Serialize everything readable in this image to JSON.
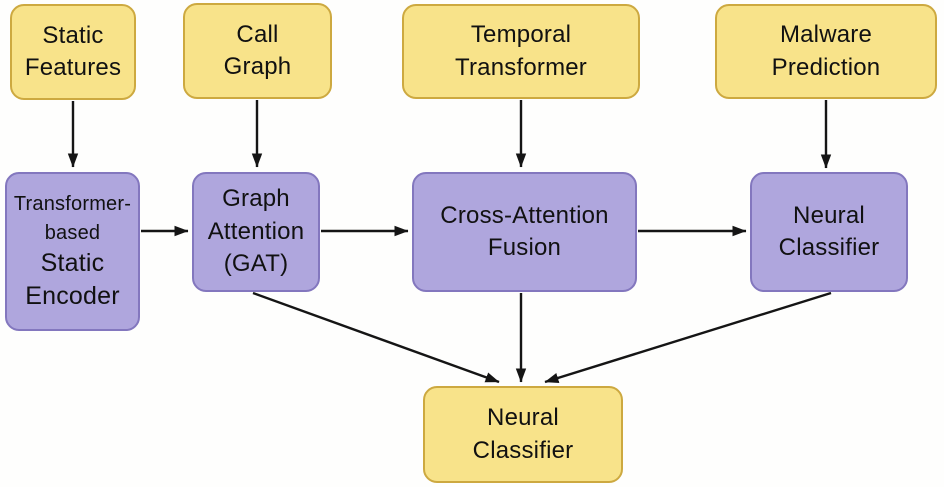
{
  "diagram": {
    "description": "Malware detection model architecture flowchart",
    "colors": {
      "input_output_fill": "#F8E38A",
      "input_output_border": "#CDA940",
      "process_fill": "#AFA6DD",
      "process_border": "#8377BE",
      "arrow": "#151515",
      "text": "#111111",
      "background": "#FFFFFF"
    },
    "nodes": [
      {
        "id": "static-features",
        "label": "Static Features",
        "lines": [
          "Static",
          "Features"
        ],
        "style": "yellow"
      },
      {
        "id": "call-graph",
        "label": "Call Graph",
        "lines": [
          "Call",
          "Graph"
        ],
        "style": "yellow"
      },
      {
        "id": "temporal-transformer",
        "label": "Temporal Transformer",
        "lines": [
          "Temporal",
          "Transformer"
        ],
        "style": "yellow"
      },
      {
        "id": "malware-prediction",
        "label": "Malware Prediction",
        "lines": [
          "Malware",
          "Prediction"
        ],
        "style": "yellow"
      },
      {
        "id": "static-encoder",
        "label": "Transformer-based Static Encoder",
        "lines": [
          "Transformer-",
          "based",
          "Static",
          "Encoder"
        ],
        "style": "purple"
      },
      {
        "id": "graph-attention",
        "label": "Graph Attention (GAT)",
        "lines": [
          "Graph",
          "Attention",
          "(GAT)"
        ],
        "style": "purple"
      },
      {
        "id": "cross-attention-fusion",
        "label": "Cross-Attention Fusion",
        "lines": [
          "Cross-Attention",
          "Fusion"
        ],
        "style": "purple"
      },
      {
        "id": "neural-classifier-mid",
        "label": "Neural Classifier",
        "lines": [
          "Neural",
          "Classifier"
        ],
        "style": "purple"
      },
      {
        "id": "neural-classifier-out",
        "label": "Neural Classifier",
        "lines": [
          "Neural",
          "Classifier"
        ],
        "style": "yellow"
      }
    ],
    "edges": [
      {
        "from": "static-features",
        "to": "static-encoder"
      },
      {
        "from": "call-graph",
        "to": "graph-attention"
      },
      {
        "from": "temporal-transformer",
        "to": "cross-attention-fusion"
      },
      {
        "from": "malware-prediction",
        "to": "neural-classifier-mid"
      },
      {
        "from": "static-encoder",
        "to": "graph-attention"
      },
      {
        "from": "graph-attention",
        "to": "cross-attention-fusion"
      },
      {
        "from": "cross-attention-fusion",
        "to": "neural-classifier-mid"
      },
      {
        "from": "graph-attention",
        "to": "neural-classifier-out"
      },
      {
        "from": "cross-attention-fusion",
        "to": "neural-classifier-out"
      },
      {
        "from": "neural-classifier-mid",
        "to": "neural-classifier-out"
      }
    ]
  }
}
